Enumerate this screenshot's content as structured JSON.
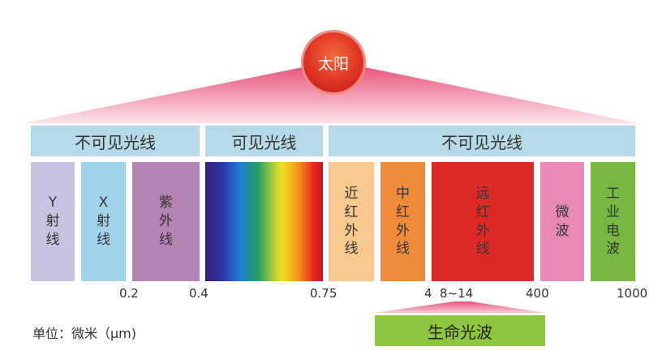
{
  "sun": {
    "label": "太阳",
    "color": "#e03424"
  },
  "headers": [
    {
      "label": "不可见光线"
    },
    {
      "label": "可见光线"
    },
    {
      "label": "不可见光线"
    }
  ],
  "bands": [
    {
      "label": "Y\n射\n线",
      "color": "#c6c4e0"
    },
    {
      "label": "X\n射\n线",
      "color": "#a3d3ec"
    },
    {
      "label": "紫\n外\n线",
      "color": "#b584b5"
    },
    {
      "label": "",
      "color": "spectrum"
    },
    {
      "label": "近\n红\n外\n线",
      "color": "#f6c98f"
    },
    {
      "label": "中\n红\n外\n线",
      "color": "#f08b3a"
    },
    {
      "label": "远\n红\n外\n线",
      "color": "#dd2a27"
    },
    {
      "label": "微\n波",
      "color": "#e889b5"
    },
    {
      "label": "工\n业\n电\n波",
      "color": "#77b843"
    }
  ],
  "ticks": [
    "0.2",
    "0.4",
    "0.75",
    "4",
    "8~14",
    "400",
    "1000"
  ],
  "life_wave": {
    "label": "生命光波",
    "color": "#8dc63f"
  },
  "unit": {
    "label": "单位：微米（μm)"
  },
  "colors": {
    "header": "#b6dbe8",
    "fan": "#e8557b"
  }
}
